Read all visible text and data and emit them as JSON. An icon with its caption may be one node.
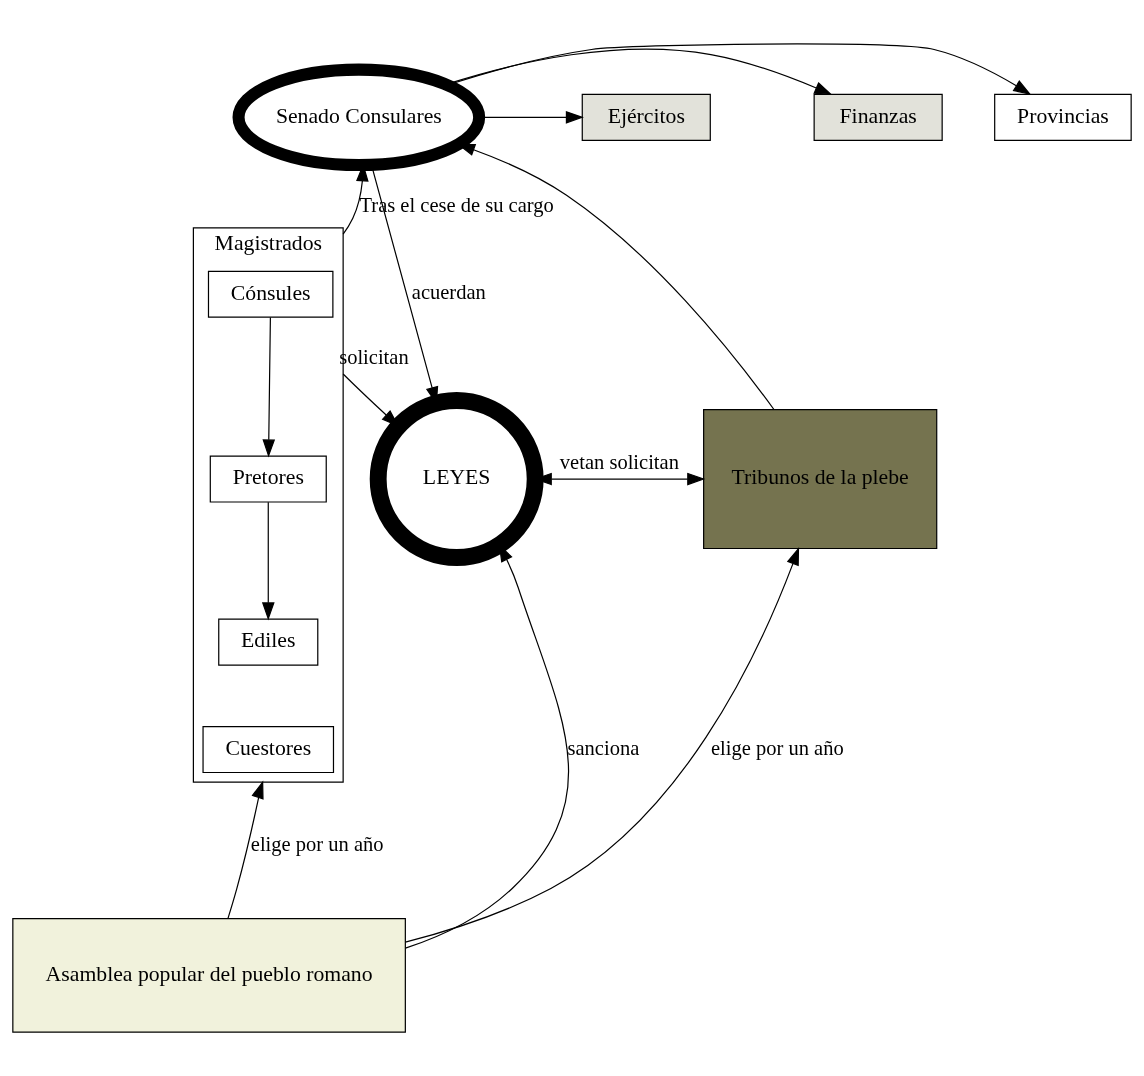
{
  "diagram": {
    "nodes": [
      {
        "text": [
          "Senado Consulares"
        ]
      },
      {
        "text": [
          "Provincias"
        ]
      },
      {
        "text": [
          "Ejércitos"
        ]
      },
      {
        "text": [
          "Finanzas"
        ]
      },
      {
        "text": [
          "Magistrados"
        ]
      },
      {
        "text": [
          "Cónsules"
        ],
        "in": 4
      },
      {
        "text": [
          "Pretores"
        ],
        "in": 4
      },
      {
        "text": [
          "Ediles"
        ],
        "in": 4
      },
      {
        "text": [
          "Cuestores"
        ],
        "in": 4
      },
      {
        "text": [
          "LEYES"
        ]
      },
      {
        "text": [
          "Tribunos de la plebe"
        ]
      },
      {
        "text": [
          "Asamblea popular del pueblo romano"
        ]
      }
    ],
    "edges": [
      {
        "from": 0,
        "to": 1,
        "arrow": "to"
      },
      {
        "from": 0,
        "to": 2,
        "arrow": "to"
      },
      {
        "from": 0,
        "to": 3,
        "arrow": "to"
      },
      {
        "from": 4,
        "to": 0,
        "arrow": "to",
        "label": "Tras el cese de su cargo"
      },
      {
        "from": 0,
        "to": 9,
        "arrow": "to",
        "label": "acuerdan"
      },
      {
        "from": 5,
        "to": 6,
        "arrow": "to"
      },
      {
        "from": 6,
        "to": 7,
        "arrow": "to"
      },
      {
        "from": 4,
        "to": 9,
        "arrow": "to",
        "label": "solicitan"
      },
      {
        "from": 9,
        "to": 10,
        "arrow": "both",
        "label": "vetan solicitan"
      },
      {
        "from": 10,
        "to": 0,
        "arrow": "to"
      },
      {
        "from": 11,
        "to": 9,
        "arrow": "to",
        "label": "sanciona"
      },
      {
        "from": 11,
        "to": 4,
        "arrow": "to",
        "label": "elige por un año"
      },
      {
        "from": 11,
        "to": 10,
        "arrow": "to",
        "label": "elige por un año"
      }
    ]
  }
}
